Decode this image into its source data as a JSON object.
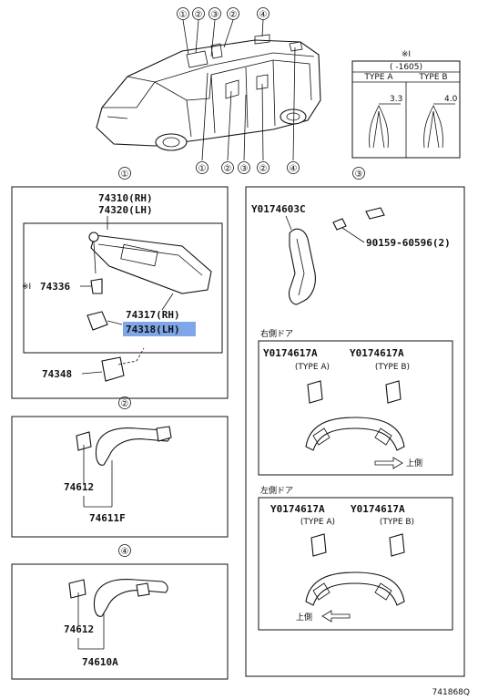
{
  "callouts": {
    "c1": "①",
    "c2": "②",
    "c3": "③",
    "c4": "④"
  },
  "table": {
    "mark": "※I",
    "period": "(     -1605)",
    "type_a": "TYPE A",
    "type_b": "TYPE B",
    "dim_a": "3.3",
    "dim_b": "4.0"
  },
  "section1": {
    "p1": "74310(RH)",
    "p2": "74320(LH)",
    "p3_mark": "※I",
    "p3": "74336",
    "p4": "74317(RH)",
    "p5": "74318(LH)",
    "p6": "74348"
  },
  "section2": {
    "p1": "74612",
    "p2": "74611F"
  },
  "section4": {
    "p1": "74612",
    "p2": "74610A"
  },
  "section3": {
    "p1": "Y0174603C",
    "p2": "90159-60596(2)",
    "rh_title": "右側ドア",
    "rh_pa": "Y0174617A",
    "rh_pb": "Y0174617A",
    "rh_ta": "(TYPE A)",
    "rh_tb": "(TYPE B)",
    "rh_arrow": "上側",
    "lh_title": "左側ドア",
    "lh_pa": "Y0174617A",
    "lh_pb": "Y0174617A",
    "lh_ta": "(TYPE A)",
    "lh_tb": "(TYPE B)",
    "lh_arrow": "上側"
  },
  "diagram_code": "741868Q",
  "colors": {
    "highlight": "#7fa6e6",
    "line": "#111111"
  }
}
